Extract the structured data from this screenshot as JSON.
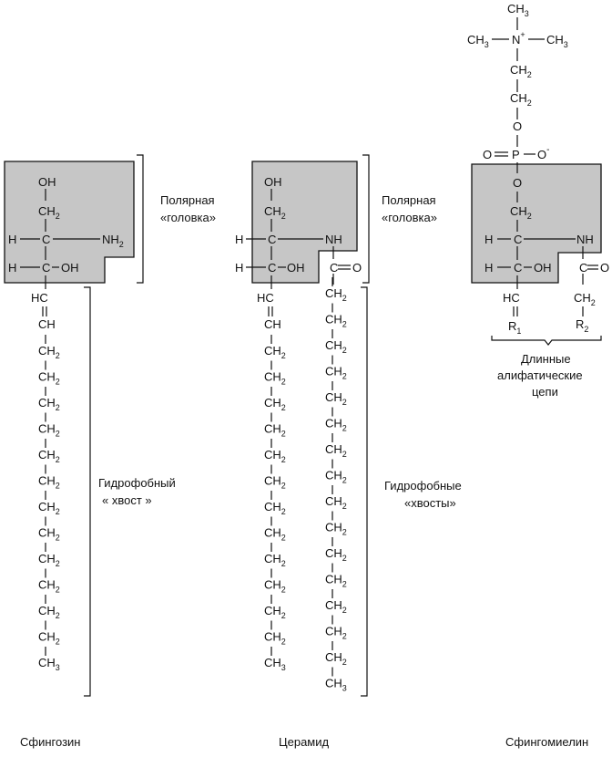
{
  "atoms": {
    "OH": "OH",
    "CH2": "CH",
    "sub2": "2",
    "H": "H",
    "C": "C",
    "NH2": "NH",
    "NH": "NH",
    "HC": "HC",
    "CH": "CH",
    "CH3": "CH",
    "sub3": "3",
    "CO": "C",
    "O": "O",
    "P": "P",
    "N": "N",
    "plus": "+",
    "minus": "-",
    "R": "R",
    "sub1": "1",
    "dash": "—",
    "eq": "═"
  },
  "labels": {
    "polar_head_1": "Полярная",
    "polar_head_2": "«головка»",
    "hydrophobic_tail_1": "Гидрофобный",
    "hydrophobic_tail_2": "« хвост »",
    "hydrophobic_tails_1": "Гидрофобные",
    "hydrophobic_tails_2": "«хвосты»",
    "long_chains_1": "Длинные",
    "long_chains_2": "алифатические",
    "long_chains_3": "цепи"
  },
  "names": {
    "sphingosine": "Сфингозин",
    "ceramide": "Церамид",
    "sphingomyelin": "Сфингомиелин"
  }
}
